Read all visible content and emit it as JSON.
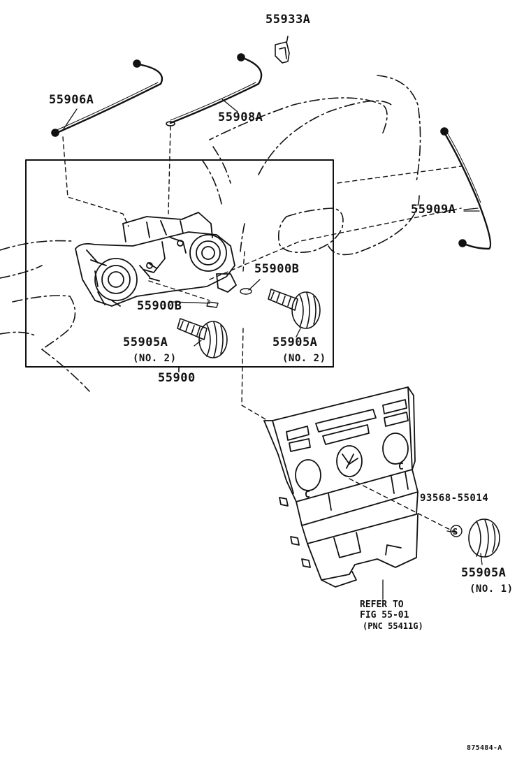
{
  "labels": {
    "p55933A": "55933A",
    "p55906A": "55906A",
    "p55908A": "55908A",
    "p55909A": "55909A",
    "p55900B_right": "55900B",
    "p55900B_left": "55900B",
    "p55905A_left": "55905A",
    "p55905A_left_note": "(NO. 2)",
    "p55905A_right": "55905A",
    "p55905A_right_note": "(NO. 2)",
    "p55900": "55900",
    "p93568": "93568-55014",
    "p55905A_no1": "55905A",
    "p55905A_no1_note": "(NO. 1)",
    "ref_line1": "REFER TO",
    "ref_line2": "FIG 55-01",
    "ref_line3": "(PNC 55411G)",
    "drawing_id": "875484-A"
  },
  "symbols": {
    "screw_mark": "S",
    "panel_mark": "C"
  },
  "colors": {
    "ink": "#111111",
    "background": "#ffffff"
  }
}
